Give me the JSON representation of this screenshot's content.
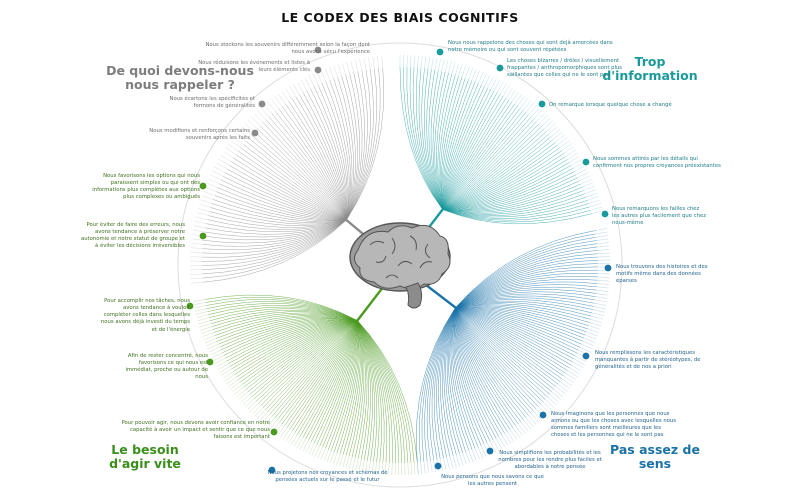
{
  "title": "LE CODEX DES BIAIS COGNITIFS",
  "quadrants": {
    "top_left": "De quoi devons-nous nous rappeler ?",
    "top_right": "Trop d'information",
    "bottom_left": "Le besoin d'agir vite",
    "bottom_right": "Pas assez de sens"
  },
  "branches": [
    {
      "text": "Nous stockons les souvenirs différemment selon la façon dont nous avons vécu l'expérience",
      "color": "gray"
    },
    {
      "text": "Nous réduisons les événements et listes à leurs éléments clés",
      "color": "gray"
    },
    {
      "text": "Nous écartons les spécificités et formons de généralités",
      "color": "gray"
    },
    {
      "text": "Nous modifions et renforçons certains souvenirs après les faits",
      "color": "gray"
    },
    {
      "text": "Nous favorisons les options qui nous paraissent simples ou qui ont des informations plus complètes aux options plus complexes ou ambiguës",
      "color": "green"
    },
    {
      "text": "Pour éviter de faire des erreurs, nous avons tendance à préserver notre autonomie et notre statut de groupe et à éviter les décisions irréversibles",
      "color": "green"
    },
    {
      "text": "Pour accomplir nos tâches, nous avons tendance à vouloir compléter celles dans lesquelles nous avons déjà investi du temps et de l'énergie",
      "color": "green"
    },
    {
      "text": "Afin de rester concentré, nous favorisons ce qui nous est immédiat, proche ou autour de nous",
      "color": "green"
    },
    {
      "text": "Pour pouvoir agir, nous devons avoir confiance en notre capacité à avoir un impact et sentir que ce que nous faisons est important",
      "color": "green"
    },
    {
      "text": "Nous nous rappelons des choses qui sont déjà amorcées dans notre mémoire ou qui sont souvent répétées",
      "color": "teal"
    },
    {
      "text": "Les choses bizarres / drôles / visuellement frappantes / anthropomorphiques sont plus saillantes que celles qui ne le sont pas",
      "color": "teal"
    },
    {
      "text": "On remarque lorsque quelque chose a changé",
      "color": "teal"
    },
    {
      "text": "Nous sommes attirés par les détails qui confirment nos propres croyances préexistantes",
      "color": "teal"
    },
    {
      "text": "Nous remarquons les failles chez les autres plus facilement que chez nous-même",
      "color": "teal"
    },
    {
      "text": "Nous trouvons des histoires et des motifs même dans des données éparses",
      "color": "blue"
    },
    {
      "text": "Nous remplissons les caractéristiques manquantes à partir de stéréotypes, de généralités et de nos a priori",
      "color": "blue"
    },
    {
      "text": "Nous imaginons que les personnes que nous aimons ou que les choses avec lesquelles nous sommes familiers sont meilleures que les choses et les personnes qui ne le sont pas",
      "color": "blue"
    },
    {
      "text": "Nous simplifions les probabilités et les nombres pour les rendre plus faciles et abordables à notre pensée",
      "color": "blue"
    },
    {
      "text": "Nous pensons que nous savons ce que les autres pensent",
      "color": "blue"
    },
    {
      "text": "Nous projetons nos croyances et schémas de pensées actuels sur le passé et le futur",
      "color": "blue"
    }
  ],
  "colors": {
    "gray": "#8a8a8a",
    "green": "#4a9a1f",
    "teal": "#1a9a9c",
    "blue": "#1a72a8"
  },
  "icons": [
    "brain-icon"
  ]
}
